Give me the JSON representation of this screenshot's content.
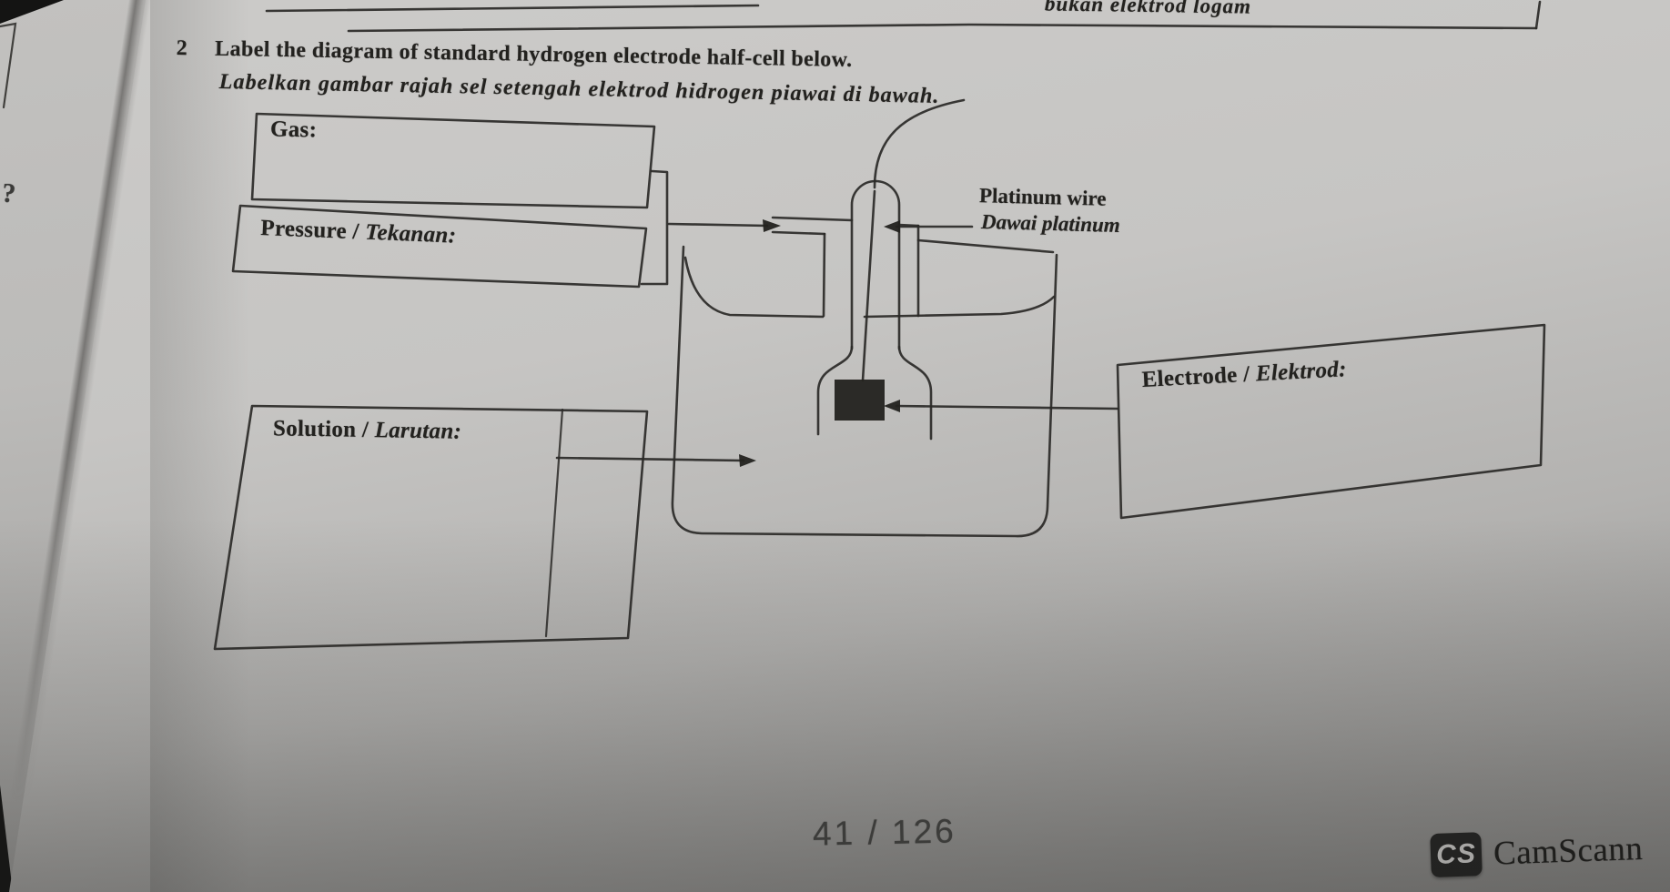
{
  "scan": {
    "top_fragment": "bukan elektrod logam",
    "margin_mark": "?",
    "page_indicator": "41 / 126",
    "watermark": {
      "logo": "CS",
      "name": "CamScann"
    }
  },
  "question": {
    "number": "2",
    "text_en": "Label the diagram of standard hydrogen electrode half-cell below.",
    "text_ms": "Labelkan gambar rajah sel setengah elektrod hidrogen piawai di bawah."
  },
  "diagram": {
    "gas_box_label": "Gas:",
    "pressure_box_label_en": "Pressure / ",
    "pressure_box_label_ms": "Tekanan:",
    "solution_box_label_en": "Solution / ",
    "solution_box_label_ms": "Larutan:",
    "electrode_box_label_en": "Electrode / ",
    "electrode_box_label_ms": "Elektrod:",
    "platinum_wire_label_en": "Platinum wire",
    "platinum_wire_label_ms": "Dawai platinum"
  },
  "colors": {
    "ink": "#2a2927",
    "paper": "#c7c6c4",
    "backdrop": "#141413"
  }
}
